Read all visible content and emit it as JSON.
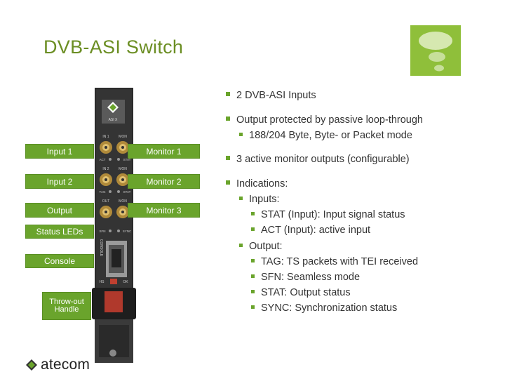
{
  "slide": {
    "title": "DVB-ASI Switch"
  },
  "device": {
    "brand_label": "ASI X",
    "port_labels": [
      "IN 1",
      "MON",
      "IN 2",
      "MON",
      "OUT",
      "MON"
    ],
    "led_labels": [
      "ACT",
      "STAT",
      "TAG",
      "STAT",
      "SFN",
      "SYNC"
    ],
    "console_label": "CONSOLE",
    "bottom_labels": [
      "HS",
      "OK"
    ]
  },
  "callouts": {
    "input1": "Input 1",
    "input2": "Input 2",
    "output": "Output",
    "status_leds": "Status LEDs",
    "console": "Console",
    "throwout": "Throw-out Handle",
    "monitor1": "Monitor 1",
    "monitor2": "Monitor 2",
    "monitor3": "Monitor 3"
  },
  "bullets": [
    {
      "level": 1,
      "text": "2 DVB-ASI Inputs"
    },
    {
      "level": 1,
      "text": "Output protected by passive loop-through"
    },
    {
      "level": 2,
      "text": "188/204 Byte, Byte- or Packet mode"
    },
    {
      "level": 1,
      "text": "3 active monitor outputs (configurable)"
    },
    {
      "level": 1,
      "text": "Indications:"
    },
    {
      "level": 2,
      "text": "Inputs:"
    },
    {
      "level": 3,
      "text": "STAT (Input): Input signal status"
    },
    {
      "level": 3,
      "text": "ACT (Input): active input"
    },
    {
      "level": 2,
      "text": "Output:"
    },
    {
      "level": 3,
      "text": "TAG: TS packets with TEI received"
    },
    {
      "level": 3,
      "text": "SFN: Seamless mode"
    },
    {
      "level": 3,
      "text": "STAT: Output status"
    },
    {
      "level": 3,
      "text": "SYNC: Synchronization status"
    }
  ],
  "footer": {
    "brand": "atecom"
  },
  "colors": {
    "accent": "#6aa42c",
    "title": "#6b8e23"
  }
}
